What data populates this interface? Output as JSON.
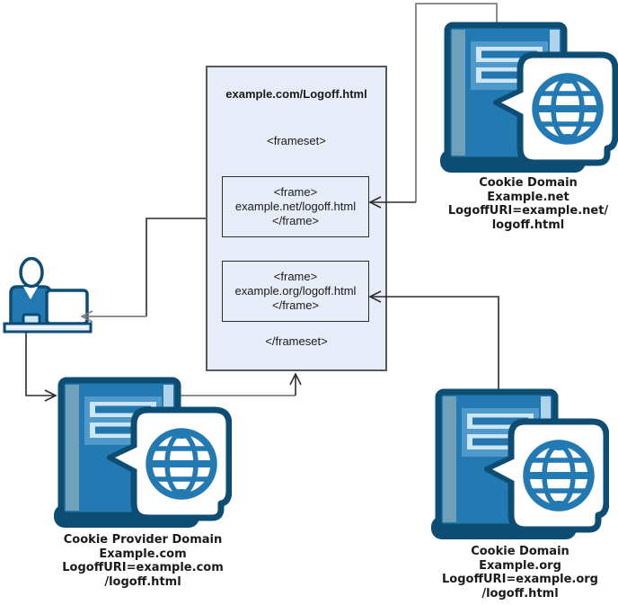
{
  "frameset_box": {
    "title": "example.com/Logoff.html",
    "frameset_open": "<frameset>",
    "frameset_close": "</frameset>",
    "frames": [
      {
        "open": "<frame>",
        "src": "example.net/logoff.html",
        "close": "</frame>"
      },
      {
        "open": "<frame>",
        "src": "example.org/logoff.html",
        "close": "</frame>"
      }
    ]
  },
  "servers": [
    {
      "id": "example-net",
      "icon": "server-with-globe",
      "label_lines": [
        "Cookie Domain",
        "Example.net",
        "LogoffURI=example.net/",
        "logoff.html"
      ]
    },
    {
      "id": "example-com",
      "icon": "server-with-globe",
      "label_lines": [
        "Cookie Provider Domain",
        "Example.com",
        "LogoffURI=example.com",
        "/logoff.html"
      ]
    },
    {
      "id": "example-org",
      "icon": "server-with-globe",
      "label_lines": [
        "Cookie Domain",
        "Example.org",
        "LogoffURI=example.org",
        "/logoff.html"
      ]
    }
  ],
  "user": {
    "icon": "person-at-laptop"
  },
  "connections": [
    {
      "from": "frameset-box",
      "to": "user"
    },
    {
      "from": "user",
      "to": "example-com-server"
    },
    {
      "from": "example-com-server",
      "to": "frameset-box"
    },
    {
      "from": "example-net-server",
      "to": "frame-example-net"
    },
    {
      "from": "example-org-server",
      "to": "frame-example-org"
    }
  ],
  "colors": {
    "box_fill": "#e7edf8",
    "box_border": "#58595b",
    "frame_border": "#2b2b2b",
    "line_gray": "#7f7f7f",
    "line_black": "#2b2b2b",
    "icon_blue": "#2379b2",
    "icon_navy": "#0d4d73",
    "icon_light": "#aed3ea",
    "icon_pale": "#cde6f6",
    "text": "#1a1a1a"
  }
}
